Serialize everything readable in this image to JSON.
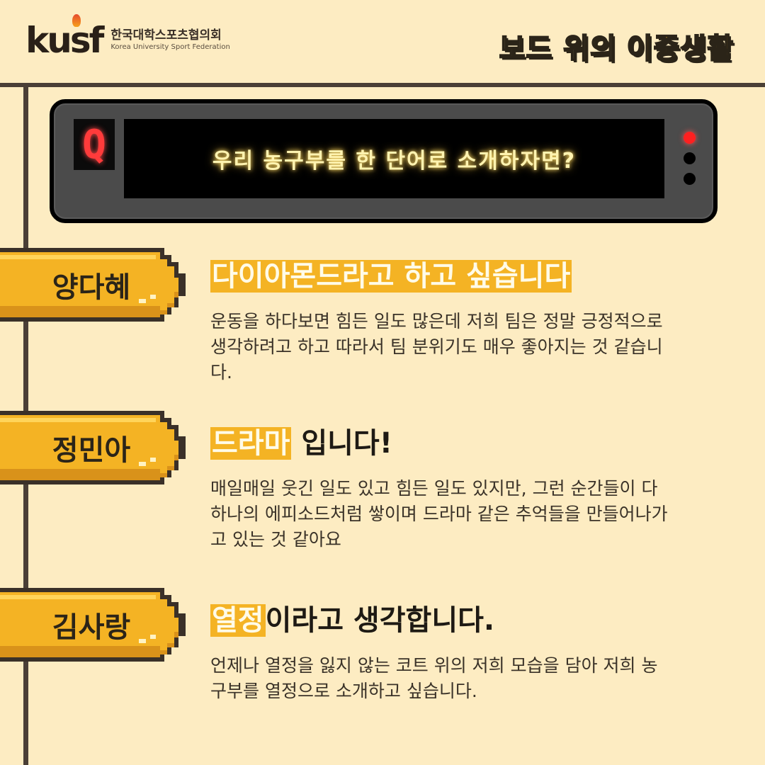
{
  "header": {
    "logo_mark": "kusf",
    "logo_korean": "한국대학스포츠협의회",
    "logo_english": "Korea University Sport Federation",
    "title_part1": "보드 위의",
    "title_part2": "이중생활"
  },
  "board": {
    "q_letter": "Q",
    "question": "우리 농구부를 한 단어로 소개하자면?"
  },
  "answers": [
    {
      "name": "양다혜",
      "highlight": "다이아몬드라고 하고 싶습니다",
      "rest": "",
      "body": "운동을 하다보면 힘든 일도 많은데 저희 팀은 정말 긍정적으로 생각하려고 하고 따라서 팀 분위기도 매우 좋아지는 것 같습니다."
    },
    {
      "name": "정민아",
      "highlight": "드라마",
      "rest": " 입니다!",
      "body": "매일매일 웃긴 일도 있고 힘든 일도 있지만, 그런 순간들이 다 하나의 에피소드처럼 쌓이며 드라마 같은 추억들을 만들어나가고 있는 것 같아요"
    },
    {
      "name": "김사랑",
      "highlight": "열정",
      "rest": "이라고 생각합니다.",
      "body": "언제나 열정을 잃지 않는 코트 위의 저희 모습을 담아 저희 농구부를 열정으로 소개하고 싶습니다."
    }
  ],
  "colors": {
    "background": "#fdecc2",
    "accent": "#f4b324",
    "line": "#4a3f36",
    "led_red": "#ff2020"
  }
}
